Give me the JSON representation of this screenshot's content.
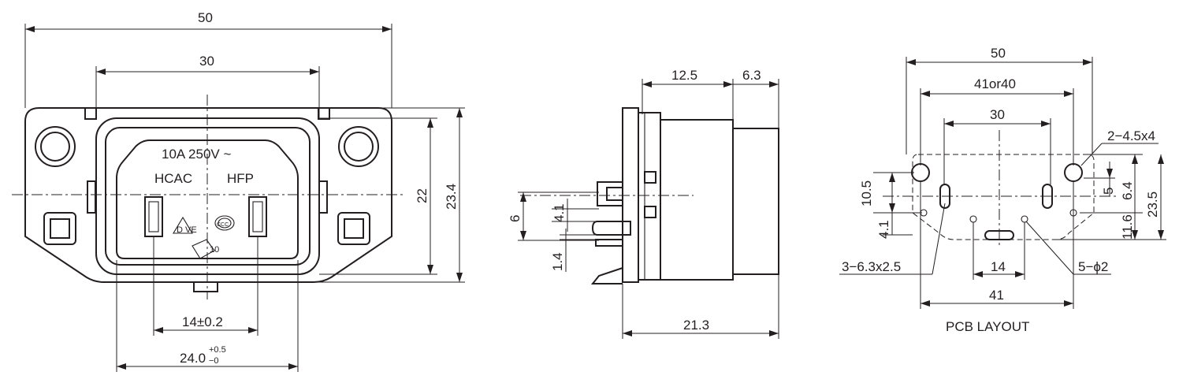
{
  "front_view": {
    "dim_overall_width": "50",
    "dim_inner_width": "30",
    "dim_height_22": "22",
    "dim_height_23_4": "23.4",
    "rating": "10A 250V ~",
    "label_left": "HCAC",
    "label_right": "HFP",
    "dim_pin_pitch": "14±0.2",
    "dim_opening_base": "24.0",
    "dim_opening_tol_upper": "+0.5",
    "dim_opening_tol_lower": "−0",
    "vde_mark": "D VE",
    "ccc_mark": "CCC",
    "badge_mark": "10"
  },
  "side_view": {
    "dim_12_5": "12.5",
    "dim_6_3": "6.3",
    "dim_6": "6",
    "dim_4_1": "4.1",
    "dim_1_4": "1.4",
    "dim_21_3": "21.3"
  },
  "pcb_layout": {
    "dim_50": "50",
    "dim_41or40": "41or40",
    "dim_30": "30",
    "note_mount_holes": "2−4.5x4",
    "dim_10_5": "10.5",
    "dim_4_1": "4.1",
    "dim_5": "5",
    "dim_6_4": "6.4",
    "dim_11_6": "11.6",
    "dim_23_5": "23.5",
    "note_slots": "3−6.3x2.5",
    "dim_14": "14",
    "note_pins": "5−ϕ2",
    "dim_41": "41",
    "caption": "PCB LAYOUT"
  }
}
